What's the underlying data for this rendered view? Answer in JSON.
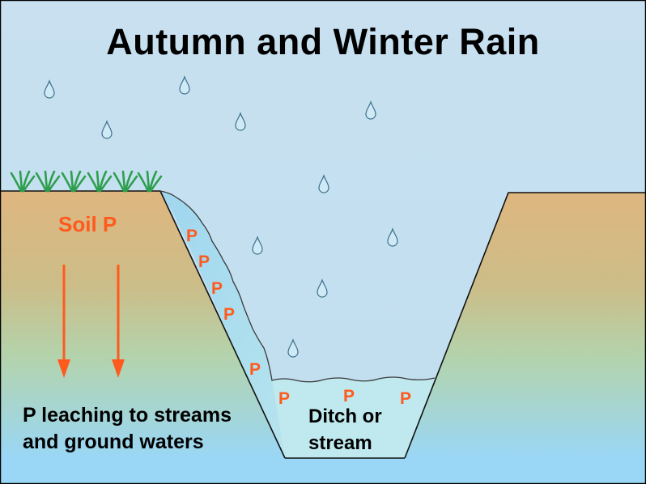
{
  "title": "Autumn and Winter Rain",
  "soil_label": "Soil P",
  "leaching_label": {
    "line1": "P leaching to streams",
    "line2": "and ground waters"
  },
  "ditch_label": {
    "line1": "Ditch or",
    "line2": "stream"
  },
  "phosphorus_marker": "P",
  "colors": {
    "sky": "#c5dff0",
    "soil_top": "#dfb57e",
    "soil_bottom": "#9fd8f5",
    "water": "#bfe9ee",
    "runoff": "#8fd0ec",
    "raindrop": "#cfeaf7",
    "grass": "#2e9e4e",
    "arrow": "#ff5a1e",
    "p_text": "#ff5a1e"
  },
  "icons": [
    "raindrop-icon",
    "grass-icon",
    "down-arrow-icon"
  ]
}
